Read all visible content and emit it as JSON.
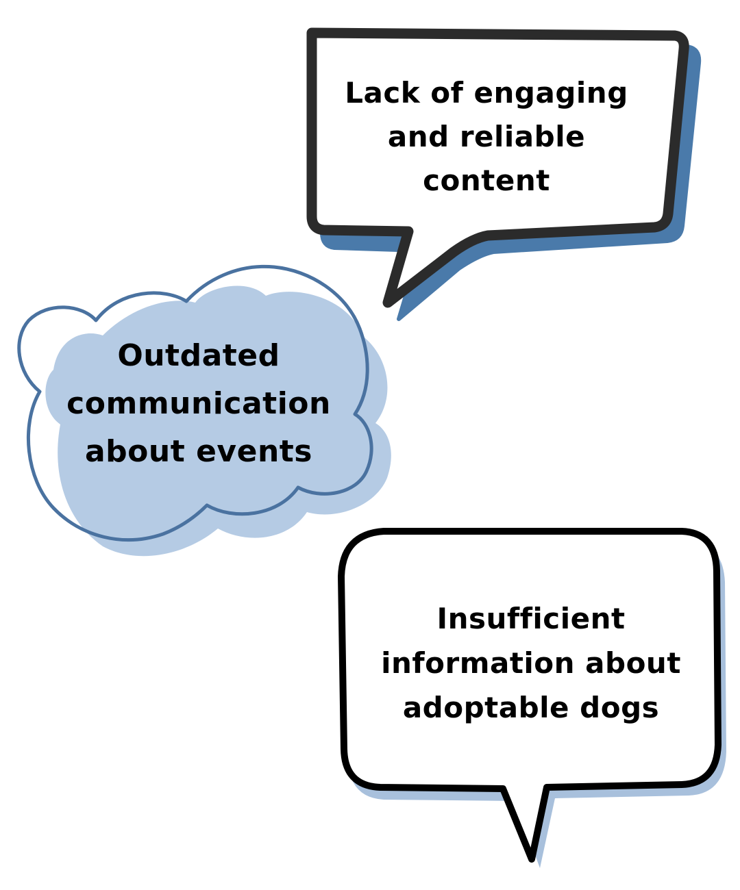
{
  "colors": {
    "ink": "#2b2b2b",
    "shadow_dark_blue": "#4a7aaa",
    "shadow_light_blue": "#a8c0dc",
    "cloud_fill": "#b5cbe4",
    "cloud_outline": "#4a72a0",
    "background": "#ffffff"
  },
  "bubbles": {
    "top": {
      "shape": "speech-bubble",
      "lines": [
        "Lack of engaging",
        "and reliable",
        "content"
      ]
    },
    "cloud": {
      "shape": "thought-cloud",
      "lines": [
        "Outdated",
        "communication",
        "about events"
      ]
    },
    "bottom": {
      "shape": "speech-bubble",
      "lines": [
        "Insufficient",
        "information about",
        "adoptable dogs"
      ]
    }
  }
}
